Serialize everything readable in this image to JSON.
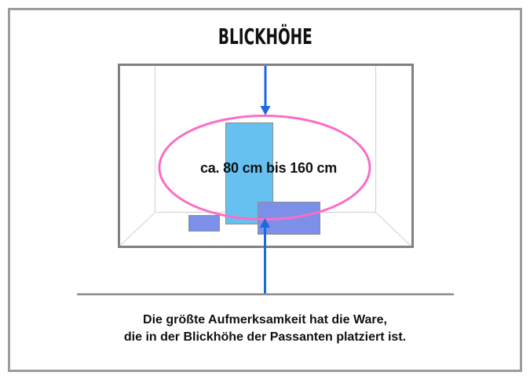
{
  "title": "BLICKHÖHE",
  "diagram": {
    "eye_level_label": "ca. 80 cm bis 160 cm",
    "colors": {
      "arrow_blue": "#1b69e3",
      "ellipse_pink": "#fb6dc7",
      "product_sky_blue": "#66c1f1",
      "product_periwinkle": "#7d90e9",
      "frame_gray": "#808080",
      "perspective_line_gray": "#d6d6d6",
      "ground_line_gray": "#8a8a8a",
      "frame_fill_white": "#ffffff"
    }
  },
  "caption": {
    "line1": "Die größte Aufmerksamkeit hat die Ware,",
    "line2": "die in der Blickhöhe der Passanten platziert ist."
  }
}
